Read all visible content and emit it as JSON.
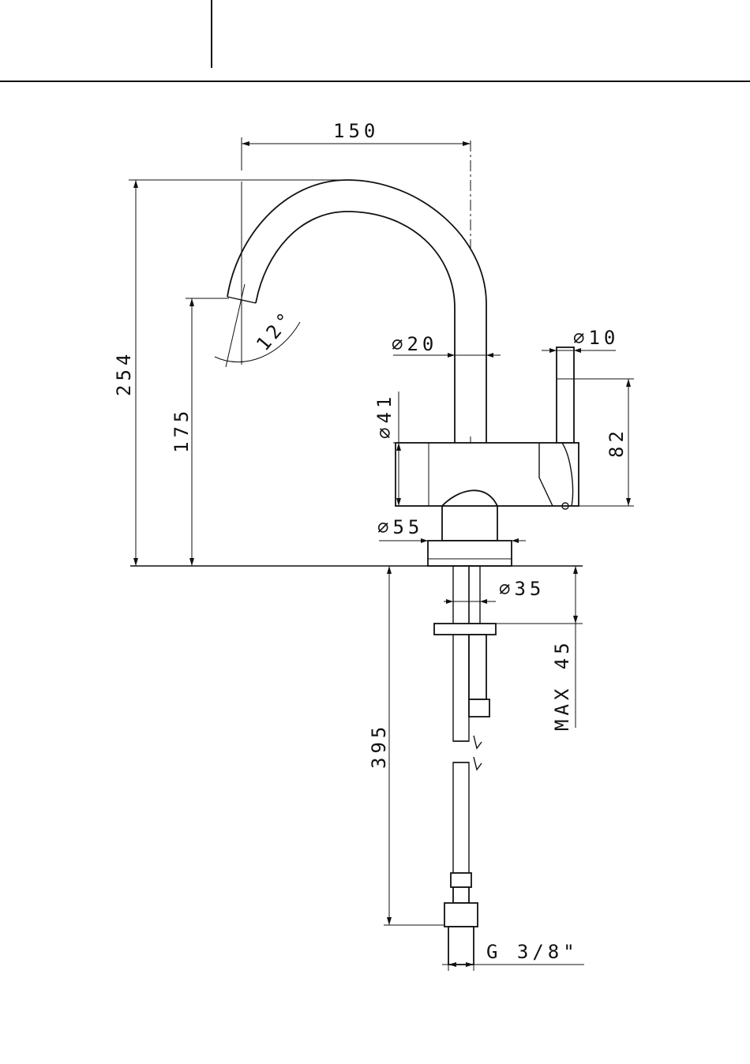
{
  "dimensions": {
    "width_spout": "150",
    "total_height": "254",
    "spout_height": "175",
    "spout_angle": "12°",
    "spout_diameter": "⌀20",
    "lever_diameter": "⌀10",
    "body_diameter": "⌀41",
    "lever_height": "82",
    "base_diameter": "⌀55",
    "shank_diameter": "⌀35",
    "max_thickness": "MAX 45",
    "hose_length": "395",
    "thread": "G 3/8\""
  },
  "colors": {
    "line": "#111111",
    "background": "#ffffff"
  }
}
